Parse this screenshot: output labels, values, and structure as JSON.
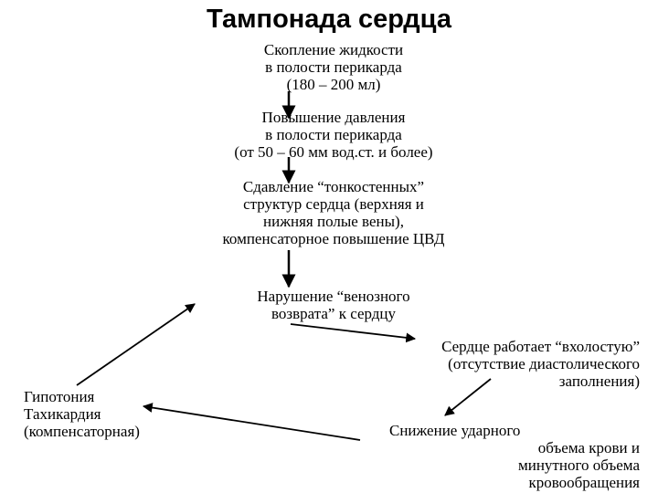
{
  "title": "Тампонада сердца",
  "nodes": {
    "fluid": [
      "Скопление жидкости",
      "в полости перикарда",
      "(180 – 200 мл)"
    ],
    "pressure": [
      "Повышение давления",
      "в полости перикарда",
      "(от 50 – 60 мм вод.ст. и более)"
    ],
    "compression": [
      "Сдавление “тонкостенных”",
      "структур сердца (верхняя и",
      "нижняя полые вены),",
      "компенсаторное повышение ЦВД"
    ],
    "venous": [
      "Нарушение “венозного",
      "возврата” к сердцу"
    ],
    "idle": [
      "Сердце работает “вхолостую”",
      "(отсутствие диастолического",
      "заполнения)"
    ],
    "stroke": [
      "Снижение ударного",
      "объема крови и",
      "минутного объема",
      "кровообращения"
    ],
    "hypo": [
      "Гипотония",
      "Тахикардия",
      "(компенсаторная)"
    ]
  }
}
